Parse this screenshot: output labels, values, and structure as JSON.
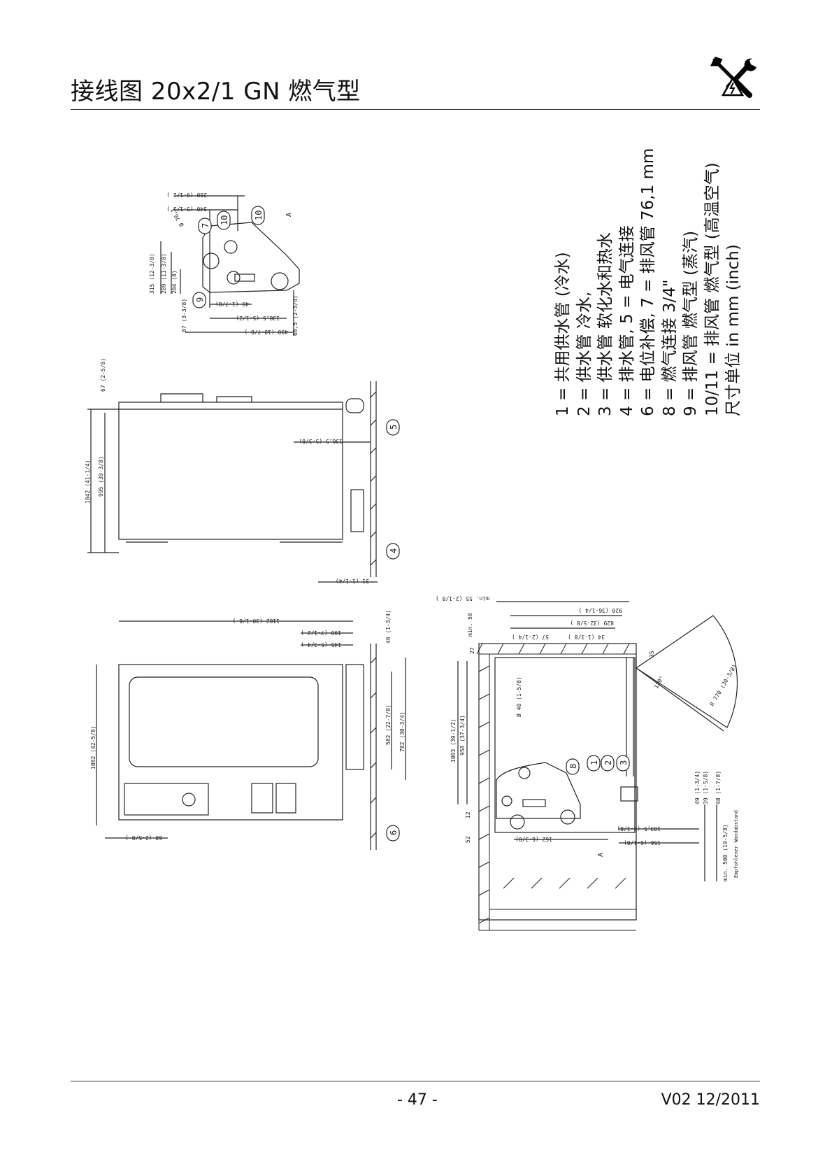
{
  "page": {
    "title": "接线图 20x2/1 GN 燃气型",
    "page_number": "- 47 -",
    "version": "V02 12/2011",
    "icon": "tools-electric-warning-icon"
  },
  "legend": [
    "1 = 共用供水管 (冷水)",
    "2 = 供水管 冷水,",
    "3 = 供水管 软化水和热水",
    "4 = 排水管, 5 = 电气连接",
    "6 = 电位补偿, 7 = 排风管 76,1 mm",
    "8 = 燃气连接 3/4\"",
    "9 = 排风管 燃气型 (蒸汽)",
    "10/11 = 排风管 燃气型 (高温空气)",
    "尺寸单位 in mm (inch)"
  ],
  "callouts": {
    "c1": "1",
    "c2": "2",
    "c3": "3",
    "c4": "4",
    "c5": "5",
    "c6": "6",
    "c7": "7",
    "c8": "8",
    "c9": "9",
    "c10": "10"
  },
  "marker_a": "A",
  "dims": {
    "d_top_1": "260 (9-1/2 )",
    "d_top_2": "340 (5-1/2 )",
    "d_top_3": "Ø 76,1",
    "d_top_4": "315 (12-3/8)",
    "d_top_5": "289 (11-3/8)",
    "d_top_6": "204 (8)",
    "d_top_7": "49 (1-7/8)",
    "d_top_8": "138,5 (5-1/2)",
    "d_top_9": "490 (18-7/8 )",
    "d_top_10": "87 (3-3/8)",
    "d_top_11": "68,5 (2-3/4)",
    "d_side_1": "67 (2-5/8)",
    "d_side_2": "1042 (41-1/4)",
    "d_side_3": "995 (39-3/8)",
    "d_side_4": "136,5 (5-3/8)",
    "d_side_5": "31 (1-1/4)",
    "d_front_1": "1182 (30-1/8 )",
    "d_front_2": "190 (7-1/2 )",
    "d_front_3": "145 (5-3/4 )",
    "d_front_4": "1082 (42-5/8)",
    "d_front_5": "582 (22-7/8)",
    "d_front_6": "782 (30-3/4)",
    "d_front_7": "68 (2-5/8 )",
    "d_front_8": "46 (1-3/4)",
    "d_plan_1": "min. 55 (2-1/8 )",
    "d_plan_2": "920 (36-1/4 )",
    "d_plan_3": "829 (32-5/8 )",
    "d_plan_4": "57 (2-1/4 )",
    "d_plan_5": "34 (1-3/8 )",
    "d_plan_6": "min. 50",
    "d_plan_7": "27",
    "d_plan_8": "1003 (39-1/2)",
    "d_plan_9": "958 (37-3/4)",
    "d_plan_10": "Ø 40 (1-5/8)",
    "d_plan_11": "162 (6-3/8)",
    "d_plan_12": "103,5 (4-1/8)",
    "d_plan_13": "156 (6-1/8)",
    "d_plan_14": "52",
    "d_plan_15": "12",
    "d_plan_16": "35",
    "d_plan_17": "48 (1-7/8)",
    "d_plan_18": "min. 500 (19-5/8)",
    "d_plan_19": "Empfohlener Wandabstand",
    "d_plan_20": "R 770 (30-3/8)",
    "d_plan_21": "120°",
    "d_plan_22": "39 (1-5/8)",
    "d_plan_23": "49 (1-3/4)"
  }
}
